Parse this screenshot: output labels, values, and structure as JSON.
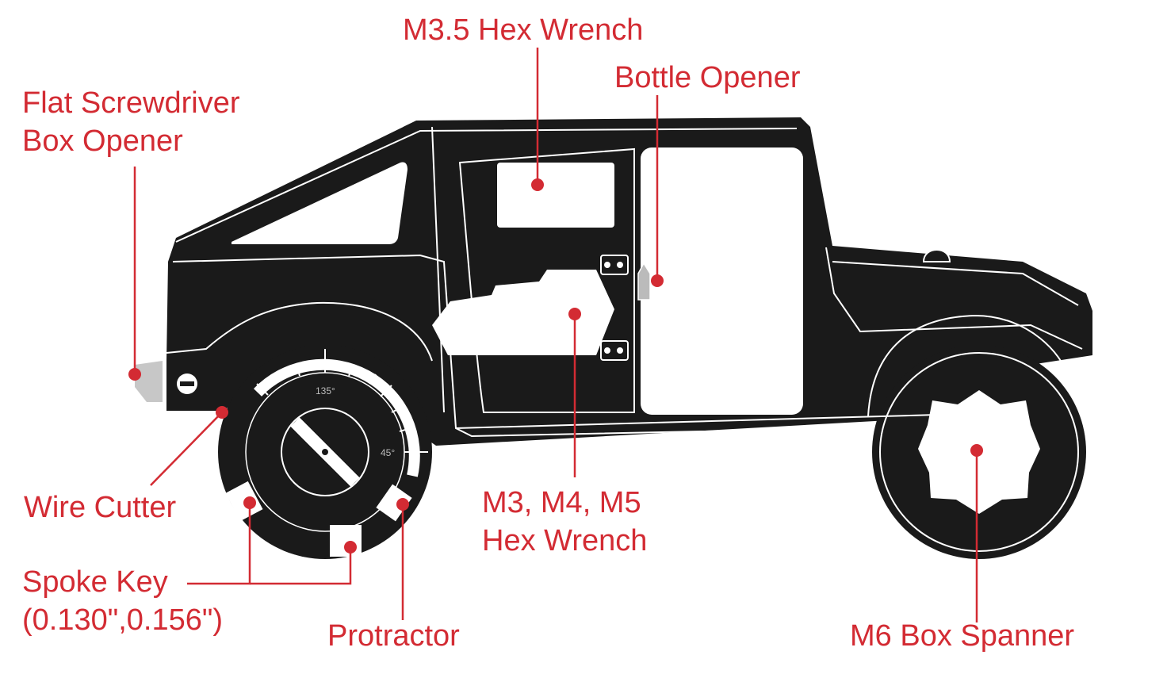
{
  "colors": {
    "accent": "#d32b33",
    "body": "#1a1a1a",
    "outline": "#ffffff",
    "window": "#ffffff",
    "blade": "#c7c7c7"
  },
  "labels": {
    "hex35": "M3.5 Hex Wrench",
    "bottle": "Bottle Opener",
    "flat_line1": "Flat Screwdriver",
    "flat_line2": "Box Opener",
    "wire": "Wire Cutter",
    "spoke_line1": "Spoke Key",
    "spoke_line2": "(0.130\",0.156\")",
    "protractor": "Protractor",
    "hex345_line1": "M3, M4, M5",
    "hex345_line2": "Hex Wrench",
    "m6": "M6 Box Spanner"
  },
  "protractor": {
    "tick_labels": [
      "135°",
      "45°"
    ]
  }
}
